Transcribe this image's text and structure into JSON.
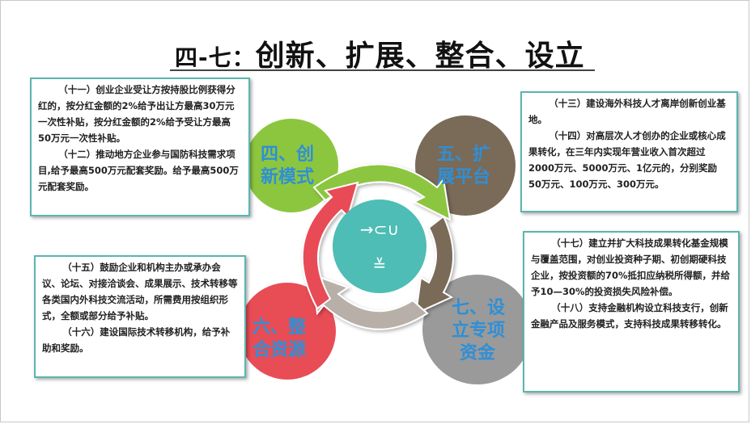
{
  "title": {
    "prefix": "四-七：",
    "main": "创新、扩展、整合、设立"
  },
  "circles": {
    "top_left": {
      "label_line1": "四、创",
      "label_line2": "新模式",
      "color": "#8cc63f"
    },
    "top_right": {
      "label_line1": "五、扩",
      "label_line2": "展平台",
      "color": "#7a6a58"
    },
    "bottom_left": {
      "label_line1": "六、整",
      "label_line2": "合资源",
      "color": "#e84c55"
    },
    "bottom_right": {
      "label_line1": "七、设",
      "label_line2": "立专项",
      "label_line3": "资金",
      "color": "#9a9a9a"
    },
    "center": {
      "text_line1": "→⊂∪",
      "text_line2": "≚",
      "color": "#4dbdb5"
    }
  },
  "boxes": {
    "top_left": {
      "p1": "（十一）创业企业受让方按持股比例获得分红的，按分红金额的2%给予出让方最高30万元一次性补贴，按分红金额的2%给予受让方最高50万元一次性补贴。",
      "p2": "（十二）推动地方企业参与国防科技需求项目,给予最高500万元配套奖励。给予最高500万元配套奖励。"
    },
    "top_right": {
      "p1": "（十三）建设海外科技人才离岸创新创业基地。",
      "p2": "（十四）对高层次人才创办的企业或核心成果转化，在三年内实现年营业收入首次超过2000万元、5000万元、1亿元的，分别奖励50万元、100万元、300万元。"
    },
    "bottom_left": {
      "p1": "（十五）鼓励企业和机构主办或承办会议、论坛、对接洽谈会、成果展示、技术转移等各类国内外科技交流活动，所需费用按组织形式，全额或部分给予补贴。",
      "p2": "（十六）建设国际技术转移机构，给予补助和奖励。"
    },
    "bottom_right": {
      "p1": "（十七）建立并扩大科技成果转化基金规模与覆盖范围，对创业投资种子期、初创期硬科技企业，按投资额的70%抵扣应纳税所得额，并给予10—30%的投资损失风险补偿。",
      "p2": "（十八）支持金融机构设立科技支行，创新金融产品及服务模式，支持科技成果转移转化。"
    },
    "border_color": "#5bb5b0"
  },
  "label_color": "#2f8fd6"
}
